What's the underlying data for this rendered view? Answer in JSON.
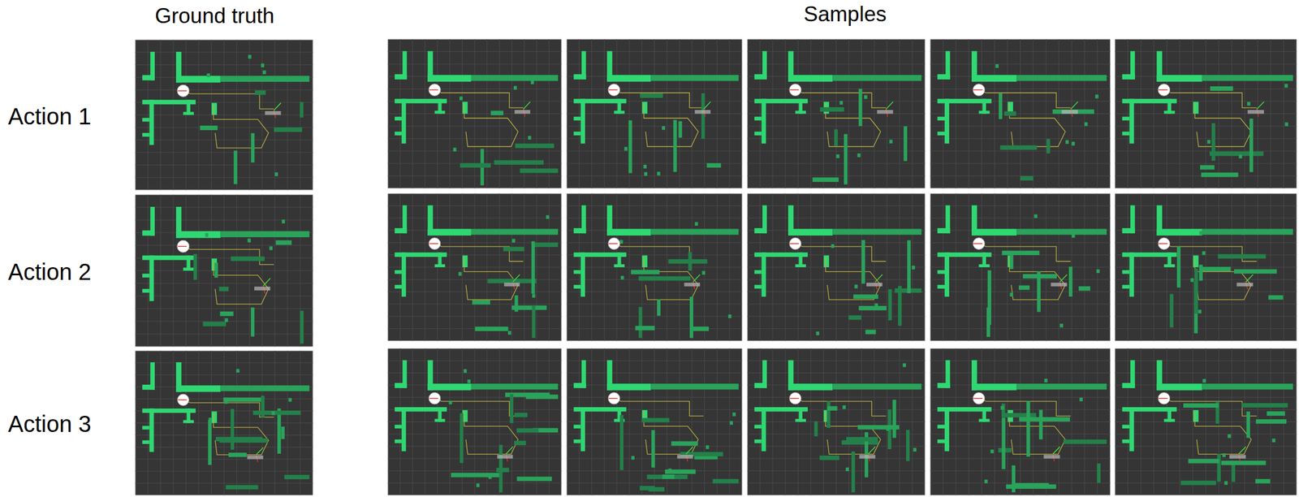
{
  "diagram": {
    "labels": [
      "Ground truth",
      "Samples",
      "Action 1",
      "Action 2",
      "Action 3"
    ]
  }
}
